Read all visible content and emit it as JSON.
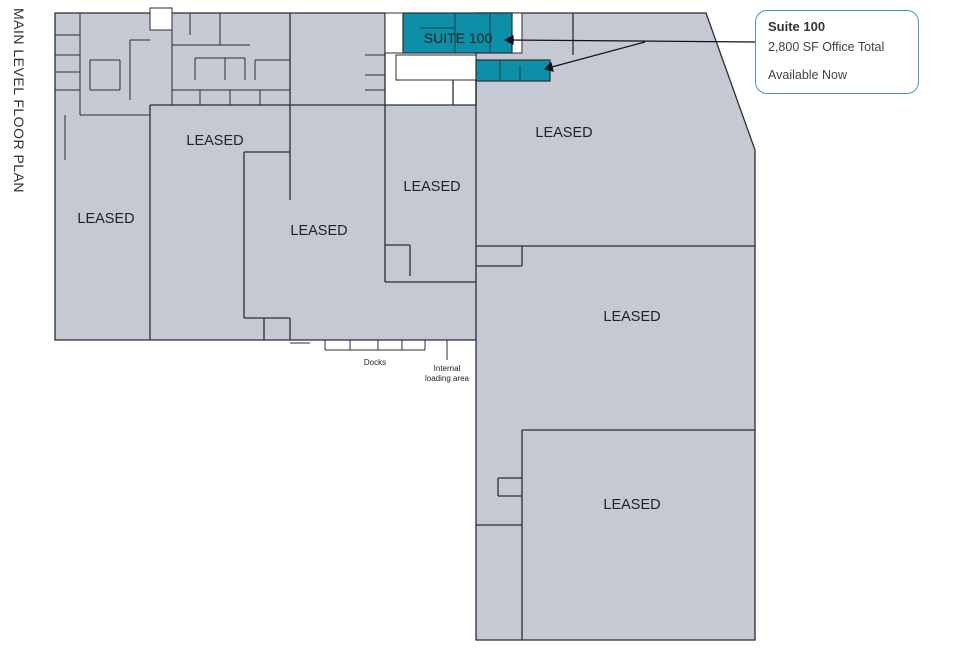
{
  "side_title": "MAIN LEVEL FLOOR PLAN",
  "callout": {
    "title": "Suite 100",
    "size": "2,800 SF Office Total",
    "availability": "Available Now"
  },
  "suite_label": "SUITE 100",
  "spaces": {
    "west": "LEASED",
    "north_center": "LEASED",
    "center": "LEASED",
    "center_east": "LEASED",
    "north_east": "LEASED",
    "middle_east": "LEASED",
    "south_east": "LEASED"
  },
  "annotations": {
    "docks": "Docks",
    "loading_line1": "Internal",
    "loading_line2": "loading area"
  },
  "colors": {
    "floor": "#c5c9d3",
    "wall": "#2b2d33",
    "suite": "#0d8fa8",
    "callout_border": "#3a9db5"
  }
}
